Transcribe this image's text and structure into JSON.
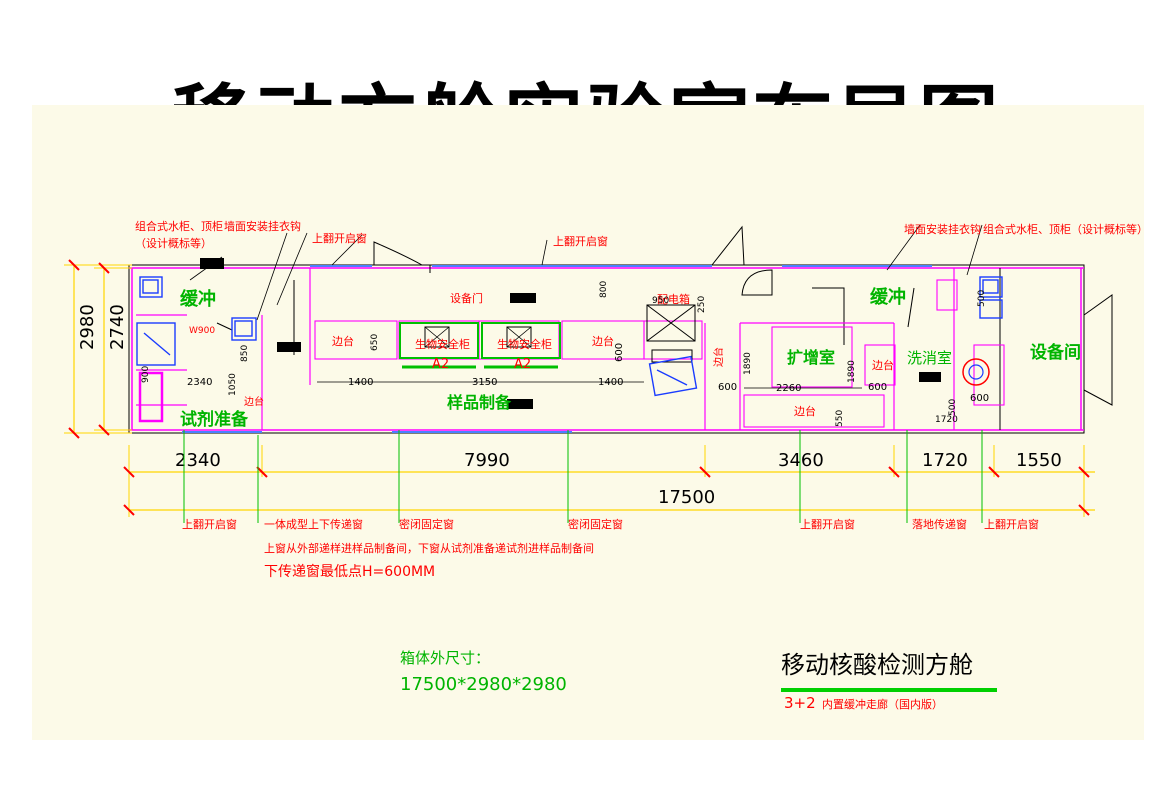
{
  "title": "移动方舱实验室布局图",
  "colors": {
    "background": "#ffffff",
    "drawing_bg": "#fcfae8",
    "wall": "#ff00ff",
    "dim_line": "#ffd500",
    "note_red": "#ff0000",
    "room_green": "#00b400",
    "leader_green": "#00c000",
    "outline": "#000000",
    "window_blue": "#4a80ff"
  },
  "rooms": {
    "buffer_left": "缓冲",
    "buffer_right": "缓冲",
    "reagent_prep": "试剂准备",
    "sample_prep": "样品制备",
    "amplification": "扩增室",
    "wash": "洗消室",
    "equipment": "设备间",
    "bsc_1": "生物安全柜",
    "bsc_1_class": "A2",
    "bsc_2": "生物安全柜",
    "bsc_2_class": "A2",
    "countertop": "边台",
    "door_label": "设备门",
    "panel_label": "配电箱"
  },
  "top_notes": {
    "cabinet_left_l1": "组合式水柜、顶柜",
    "cabinet_left_l2": "（设计概标等）",
    "hook_left": "墙面安装挂衣钩",
    "top_window_left": "上翻开启窗",
    "top_window_mid": "上翻开启窗",
    "hook_right": "墙面安装挂衣钩",
    "cabinet_right": "组合式水柜、顶柜（设计概标等）"
  },
  "bottom_notes": {
    "n1": "上翻开启窗",
    "n2": "一体成型上下传递窗",
    "n3": "密闭固定窗",
    "n4": "密闭固定窗",
    "n5": "上翻开启窗",
    "n6": "落地传递窗",
    "n7": "上翻开启窗",
    "desc1": "上窗从外部递样进样品制备间，下窗从试剂准备递试剂进样品制备间",
    "desc2": "下传递窗最低点H=600MM"
  },
  "dimensions": {
    "outer_height": "2980",
    "inner_height": "2740",
    "d_2340": "2340",
    "d_7990": "7990",
    "d_3460": "3460",
    "d_1720": "1720",
    "d_1550": "1550",
    "total": "17500",
    "d_1400a": "1400",
    "d_3150": "3150",
    "d_1400b": "1400",
    "d_2260": "2260",
    "d_600a": "600",
    "d_600b": "600",
    "d_600c": "600",
    "d_600d": "600",
    "d_950": "950",
    "d_250": "250",
    "d_800": "800",
    "d_650": "650",
    "d_850": "850",
    "d_1890a": "1890",
    "d_1890b": "1890",
    "d_550": "550",
    "d_500a": "500",
    "d_500b": "500",
    "d_1720s": "1720",
    "d_2340s": "2340",
    "d_1050": "1050",
    "d_900": "900",
    "w_900": "W900"
  },
  "box_size": {
    "label": "箱体外尺寸：",
    "value": "17500*2980*2980"
  },
  "stamp": {
    "title": "移动核酸检测方舱",
    "subtitle_prefix": "3+2",
    "subtitle_rest": "内置缓冲走廊（国内版）"
  }
}
